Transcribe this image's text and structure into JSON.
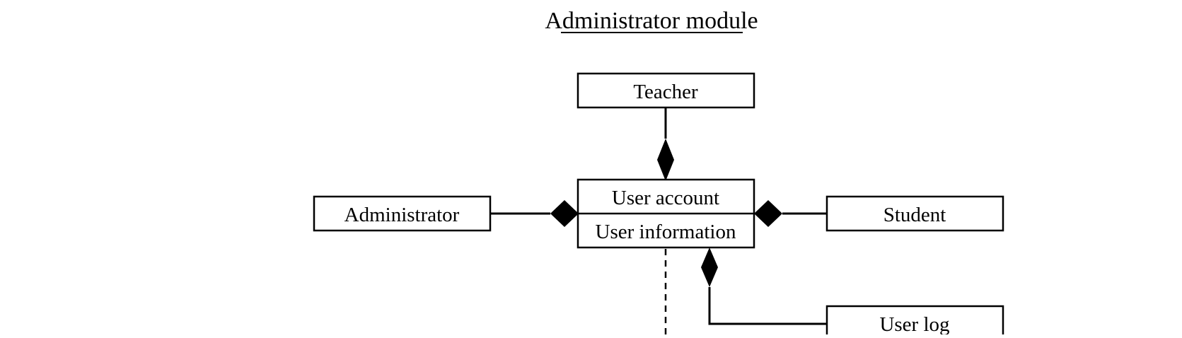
{
  "diagram": {
    "title": "Administrator module",
    "nodes": {
      "teacher": {
        "label": "Teacher"
      },
      "administrator": {
        "label": "Administrator"
      },
      "user_account": {
        "label": "User account"
      },
      "user_information": {
        "label": "User information"
      },
      "student": {
        "label": "Student"
      },
      "user_log": {
        "label": "User log"
      }
    },
    "relations": [
      {
        "from": "teacher",
        "to": "user_account",
        "type": "composition"
      },
      {
        "from": "administrator",
        "to": "user_account",
        "type": "composition"
      },
      {
        "from": "student",
        "to": "user_account",
        "type": "composition"
      },
      {
        "from": "user_log",
        "to": "user_information",
        "type": "composition"
      },
      {
        "from": "user_information",
        "to": "",
        "type": "dependency"
      }
    ],
    "colors": {
      "stroke": "#000000",
      "background": "#ffffff"
    }
  }
}
